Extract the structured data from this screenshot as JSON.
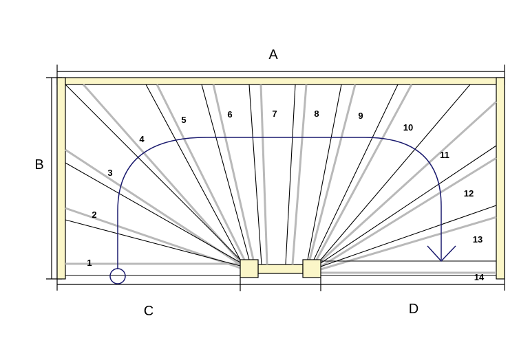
{
  "dimensions": {
    "width_label": "A",
    "depth_label": "B",
    "left_run_label": "C",
    "right_run_label": "D"
  },
  "steps": [
    "1",
    "2",
    "3",
    "4",
    "5",
    "6",
    "7",
    "8",
    "9",
    "10",
    "11",
    "12",
    "13",
    "14"
  ],
  "colors": {
    "frame_fill": "#fbf6c8",
    "frame_stroke": "#000000",
    "walk_line": "#1a1a6e",
    "tread_shadow": "#b9b9b9"
  }
}
